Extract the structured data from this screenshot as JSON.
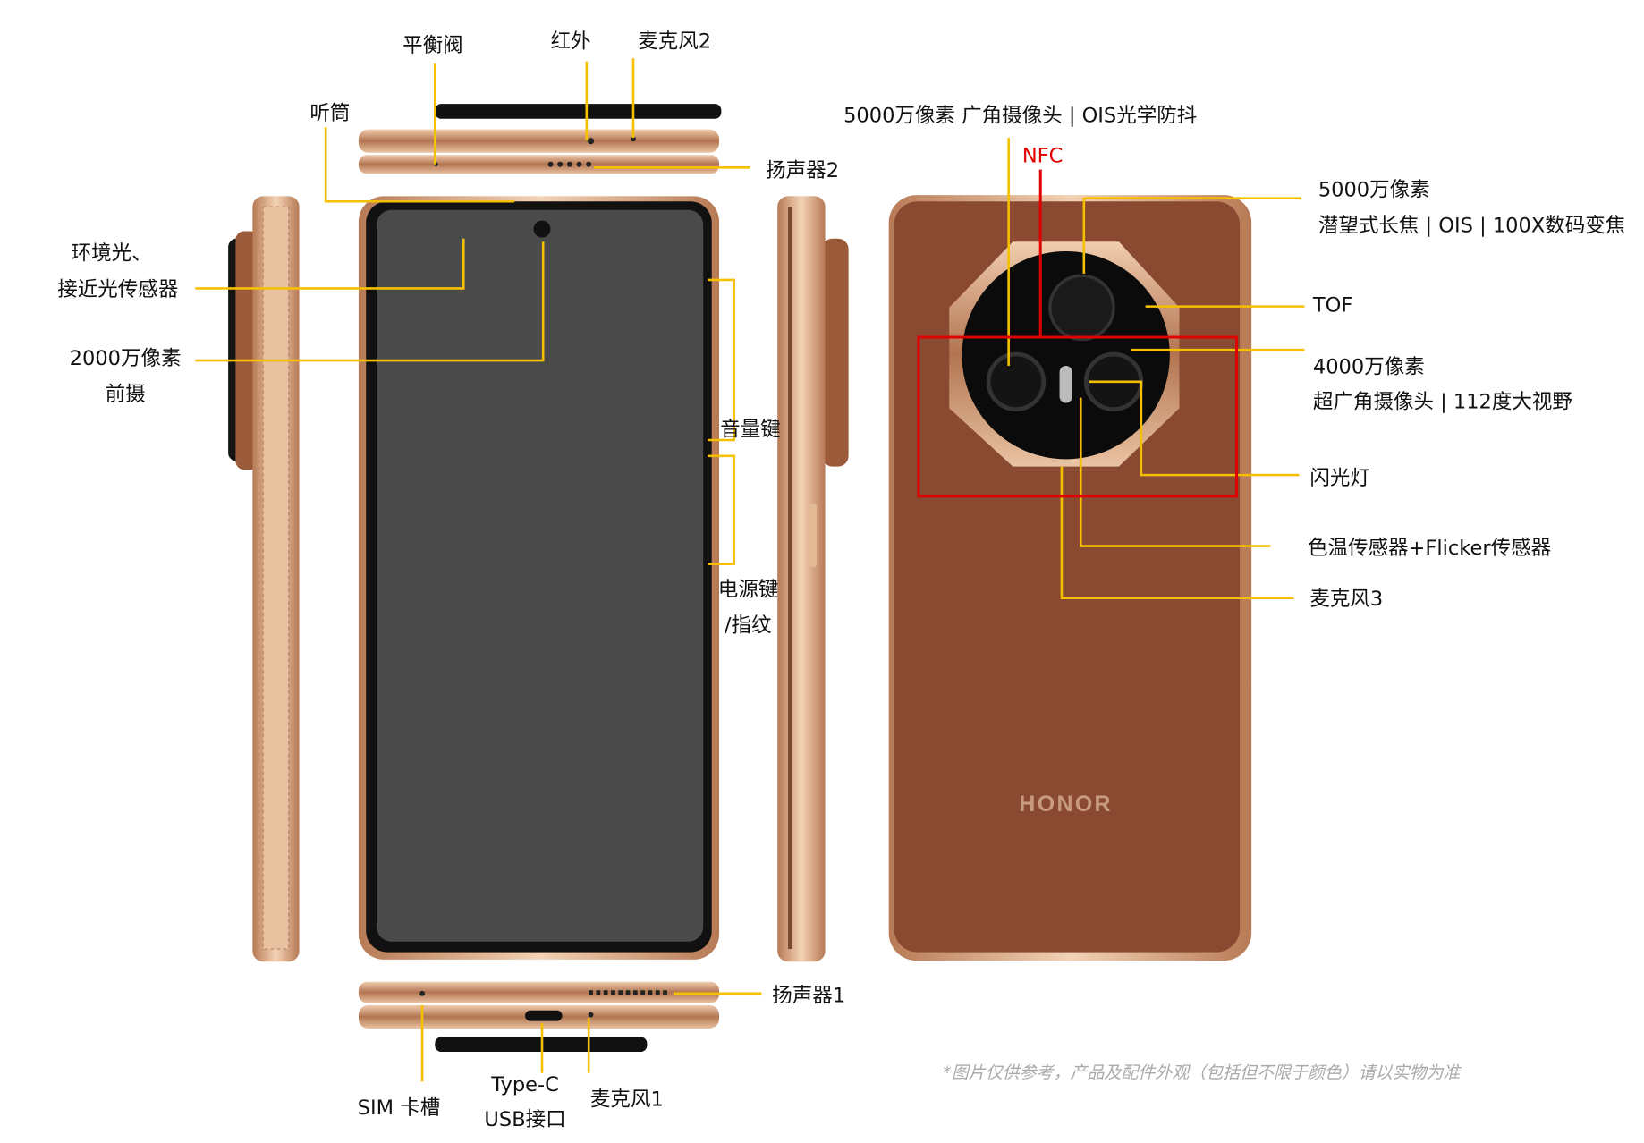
{
  "labels": {
    "balance_valve": "平衡阀",
    "infrared": "红外",
    "mic2": "麦克风2",
    "earpiece": "听筒",
    "main_camera": "5000万像素 广角摄像头 | OIS光学防抖",
    "nfc": "NFC",
    "speaker2": "扬声器2",
    "tele_line1": "5000万像素",
    "tele_line2": "潜望式长焦 | OIS | 100X数码变焦",
    "ambient_line1": "环境光、",
    "ambient_line2": "接近光传感器",
    "tof": "TOF",
    "front_cam_line1": "2000万像素",
    "front_cam_line2": "前摄",
    "ultrawide_line1": "4000万像素",
    "ultrawide_line2": "超广角摄像头 | 112度大视野",
    "volume_key": "音量键",
    "flash": "闪光灯",
    "color_temp": "色温传感器+Flicker传感器",
    "power_line1": "电源键",
    "power_line2": "/指纹",
    "mic3": "麦克风3",
    "speaker1": "扬声器1",
    "typec_line1": "Type-C",
    "typec_line2": "USB接口",
    "sim": "SIM 卡槽",
    "mic1": "麦克风1"
  },
  "brand": "HONOR",
  "disclaimer": "*图片仅供参考，产品及配件外观（包括但不限于颜色）请以实物为准",
  "colors": {
    "leader": "#f5c000",
    "highlight": "#e00000",
    "leather": "#8a4a32",
    "frame": "#d9a77e"
  }
}
